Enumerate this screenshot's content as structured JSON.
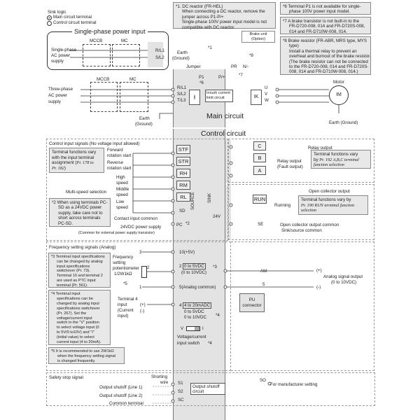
{
  "legend": {
    "title": "Sink logic",
    "main_terminal": "Main circuit terminal",
    "control_terminal": "Control circuit terminal"
  },
  "single_phase": {
    "title": "Single-phase power input",
    "mccb": "MCCB",
    "mc": "MC",
    "supply": [
      "Single-phase",
      "AC power",
      "supply"
    ],
    "terminals": [
      "R/L1",
      "S/L2"
    ]
  },
  "three_phase": {
    "mccb": "MCCB",
    "mc": "MC",
    "supply": [
      "Three-phase",
      "AC power",
      "supply"
    ],
    "earth": [
      "Earth",
      "(Ground)"
    ]
  },
  "notes_top": {
    "n1": [
      "*1.  DC reactor (FR-HEL)",
      "When connecting a DC reactor, remove the",
      "jumper across P1-P/+",
      "Single-phase 100V power input model is not",
      "compatible with DC reactor."
    ],
    "n6": [
      "*6  Terminal P1 is not available for single-",
      "phase 100V power input model."
    ],
    "n7": [
      "*7  A brake transistor is not built-in to the",
      "FR-D720-008, 014 and FR-D720S-008,",
      "014 and FR-D710W-008, 014."
    ],
    "n8": [
      "*8  Brake resistor (FR-ABR, MRS type, MYS",
      "type)",
      "Install a thermal relay to prevent an",
      "overheat and burnout of the brake resistor.",
      "(The brake resistor can not be connected",
      "to the FR-D720-008, 014 and FR-D720S-",
      "008, 014 and FR-D710W-008, 014.)"
    ]
  },
  "main_circuit": {
    "title": "Main circuit",
    "brake_unit": [
      "Brake unit",
      "(Option)"
    ],
    "earth": [
      "Earth",
      "(Ground)"
    ],
    "jumper": "Jumper",
    "labels": {
      "p1": "P1",
      "p1_note": "*6",
      "p_plus": "P/+",
      "pr": "PR",
      "n_minus": "N/-",
      "n1": "*1",
      "n8": "*8",
      "n7": "*7"
    },
    "inrush": [
      "Inrush current",
      "limit circuit"
    ],
    "input_terminals": [
      "R/L1",
      "S/L2",
      "T/L3"
    ],
    "output_terminals": [
      "U",
      "V",
      "W"
    ],
    "motor_label": "Motor",
    "motor": "IM",
    "motor_earth": "Earth (Ground)"
  },
  "control_circuit": {
    "title": "Control circuit",
    "inputs": {
      "title": "Control input signals (No voltage input allowed)",
      "note": [
        "Terminal functions vary",
        "with the input terminal",
        "assignment ("
      ],
      "note_param": "Pr. 178",
      "note_to": " to",
      "note_param2": "Pr. 182",
      "forward": [
        "Forward",
        "rotation start"
      ],
      "reverse": [
        "Reverse",
        "rotation start"
      ],
      "high": [
        "High",
        "speed"
      ],
      "middle": [
        "Middle",
        "speed"
      ],
      "low": [
        "Low",
        "speed"
      ],
      "multi_speed": "Multi-speed selection",
      "note2": [
        "*2 When using terminals PC-",
        "SD as a 24VDC power",
        "supply, take care not to",
        "short across terminals",
        "PC-SD."
      ],
      "contact_common": "Contact input common",
      "power_supply": "24VDC power supply",
      "power_supply_sub": "(Common for external power supply transistor)",
      "terminals": [
        "STF",
        "STR",
        "RH",
        "RM",
        "RL"
      ],
      "sd": "SD",
      "pc": "PC",
      "pc_note": "*2",
      "source": "SOURCE",
      "sink": "SINK",
      "v24": "24V"
    },
    "relay": {
      "title": "Relay output",
      "terminals": [
        "C",
        "B",
        "A"
      ],
      "label": [
        "Relay output",
        "(Fault output)"
      ],
      "note": [
        "Terminal functions vary",
        "by "
      ],
      "note_param": "Pr. 192 A,B,C terminal",
      "note_param2": "function selection"
    },
    "open_collector": {
      "title": "Open collector output",
      "run": "RUN",
      "running": "Running",
      "se": "SE",
      "note": "Terminal functions vary by",
      "note_param": "Pr. 190 RUN terminal function",
      "note_param2": "selection",
      "common": [
        "Open collector output common",
        "Sink/source common"
      ]
    },
    "frequency": {
      "title": "Frequency setting signals (Analog)",
      "note3": [
        "*3 Terminal input specifications",
        "can be changed by analog",
        "input specifications",
        "switchover (Pr. 73).",
        "Terminal 10 and terminal 2",
        "are used as PTC input",
        "terminal (Pr. 561)."
      ],
      "note4": [
        "*4 Terminal input",
        "specifications can be",
        "changed by analog input",
        "specifications switchover",
        "(Pr. 267). Set the",
        "voltage/current input",
        "switch in the \"V\" position",
        "to select voltage input (0",
        "to 5V/0 to10V) and \"I\"",
        "(initial value) to select",
        "current input (4 to 20mA)."
      ],
      "note5": [
        "*5  It is recommended to use 2W1kΩ",
        "when the frequency setting signal",
        "is changed frequently."
      ],
      "pot": [
        "Frequency",
        "setting",
        "potentiometer",
        "1/2W1kΩ",
        "*5"
      ],
      "pot_pins": [
        "3",
        "2",
        "1"
      ],
      "t10": "10(+5V)",
      "t2": "2",
      "t2_range": "0 to 5VDC",
      "t2_alt": "(0 to 10VDC)",
      "t2_note": "*3",
      "t5": "5(Analog common)",
      "terminal4": [
        "Terminal 4",
        "input",
        "(Current",
        "input)"
      ],
      "plus": "(+)",
      "minus": "(-)",
      "t4": "4",
      "t4_range": "4 to 20mADC",
      "t4_alt": [
        "0 to 5VDC",
        "0 to 10VDC"
      ],
      "t4_note": "*4",
      "switch_v": "V",
      "switch_i": "I",
      "switch_label": [
        "Voltage/current",
        "input switch"
      ],
      "switch_note": "*4"
    },
    "analog_out": {
      "am": "AM",
      "five": "5",
      "plus": "(+)",
      "minus": "(-)",
      "label": [
        "Analog signal output",
        "(0 to 10VDC)"
      ],
      "pu": [
        "PU",
        "connector"
      ]
    },
    "safety": {
      "title": "Safety stop signal",
      "shorting": [
        "Shorting",
        "wire"
      ],
      "line1": "Output shutoff (Line 1)",
      "line2": "Output shutoff (Line 2)",
      "common": "Common terminal",
      "terminals": [
        "S1",
        "S2",
        "SC"
      ],
      "circuit": [
        "Output shutoff",
        "circuit"
      ],
      "so": "SO",
      "manufacturer": "For manufacturer setting"
    }
  }
}
